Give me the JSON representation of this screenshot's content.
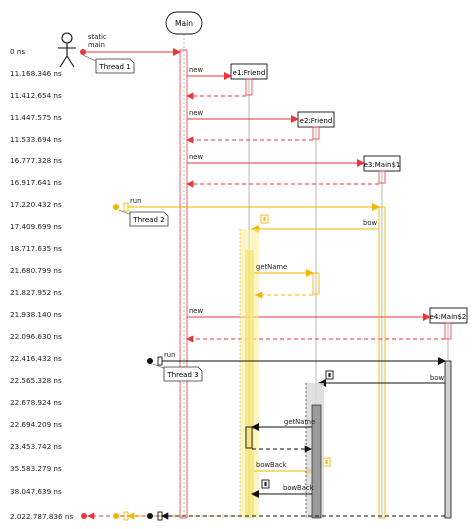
{
  "timestamps": [
    "0 ns",
    "11.168.346 ns",
    "11.412.654 ns",
    "11.447.575 ns",
    "11.533.694 ns",
    "16.777.328 ns",
    "16.917.641 ns",
    "17.220.432 ns",
    "17.409.699 ns",
    "18.717.635 ns",
    "21.680.799 ns",
    "21.827.952 ns",
    "21.938.140 ns",
    "22.096.630 ns",
    "22.416.432 ns",
    "22.565.328 ns",
    "22.678.924 ns",
    "22.694.209 ns",
    "23.453.742 ns",
    "35.583.279 ns",
    "38.047.639 ns",
    "2.022.787.836 ns"
  ],
  "lifelines": {
    "main": "Main",
    "e1": "e1:Friend",
    "e2": "e2:Friend",
    "e3": "e3:Main$1",
    "e4": "e4:Main$2"
  },
  "threads": {
    "t1": "Thread 1",
    "t2": "Thread 2",
    "t3": "Thread 3"
  },
  "messages": {
    "static_main_line1": "static",
    "static_main_line2": "main",
    "new": "new",
    "run": "run",
    "bow": "bow",
    "getName": "getName",
    "bowBack": "bowBack"
  },
  "colors": {
    "thread1": "#e8363b",
    "thread2": "#f2b700",
    "thread3": "#111111"
  }
}
